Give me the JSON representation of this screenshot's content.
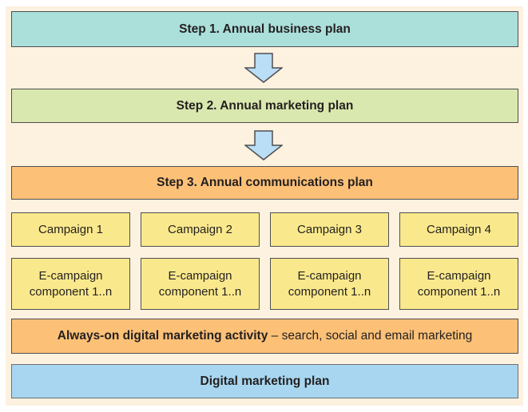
{
  "palette": {
    "page_margin": "#ffffff",
    "background": "#fdf1df",
    "step1_fill": "#abdfda",
    "step2_fill": "#d9e8ae",
    "step3_fill": "#fcc177",
    "campaign_fill": "#fae98c",
    "always_on_fill": "#fcc177",
    "digital_plan_fill": "#a8d6f0",
    "arrow_fill": "#b9def5",
    "border": "#4e4f53",
    "text": "#231f20"
  },
  "flow": {
    "step1_label": "Step 1. Annual business plan",
    "step2_label": "Step 2. Annual marketing plan",
    "step3_label": "Step 3. Annual communications plan",
    "campaigns": [
      "Campaign 1",
      "Campaign 2",
      "Campaign 3",
      "Campaign 4"
    ],
    "ecampaign_components": [
      "E-campaign component 1..n",
      "E-campaign component 1..n",
      "E-campaign component 1..n",
      "E-campaign component 1..n"
    ],
    "always_on": {
      "bold": "Always-on digital marketing activity",
      "regular": " – search, social and email marketing"
    },
    "digital_plan_label": "Digital marketing plan"
  }
}
